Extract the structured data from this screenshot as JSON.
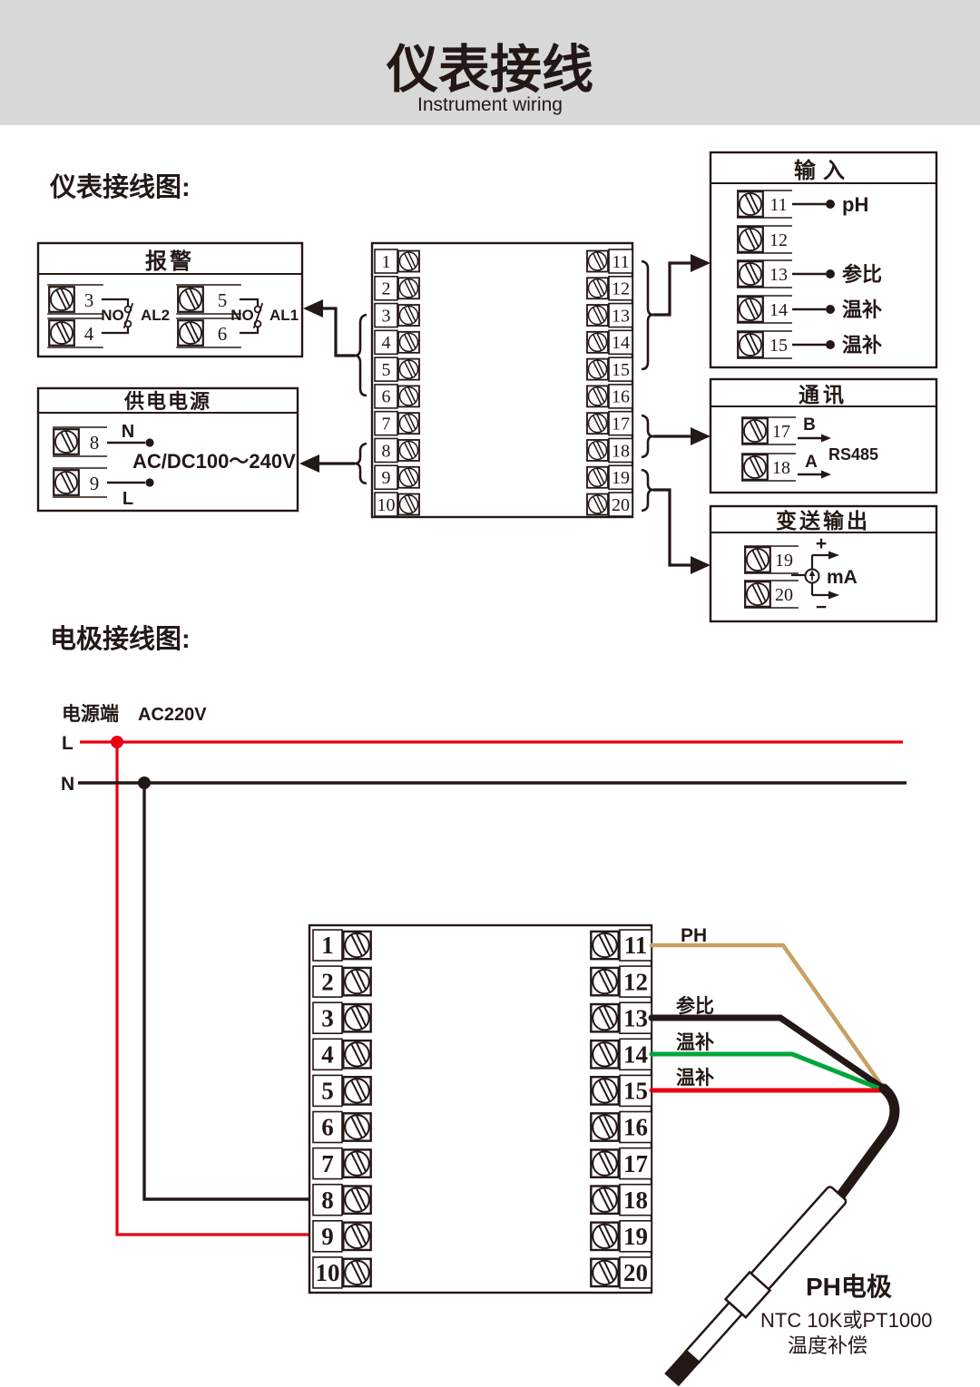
{
  "header": {
    "title": "仪表接线",
    "subtitle": "Instrument wiring"
  },
  "sections": {
    "instrument": "仪表接线图:",
    "electrode": "电极接线图:"
  },
  "alarm_box": {
    "title": "报警",
    "groups": [
      {
        "terminal_top": "3",
        "terminal_bottom": "4",
        "contact": "NO",
        "label": "AL2"
      },
      {
        "terminal_top": "5",
        "terminal_bottom": "6",
        "contact": "NO",
        "label": "AL1"
      }
    ]
  },
  "power_box": {
    "title": "供电电源",
    "terminal_top": "8",
    "terminal_bottom": "9",
    "neutral": "N",
    "live": "L",
    "voltage": "AC/DC100～240V"
  },
  "top_block": {
    "left": [
      "1",
      "2",
      "3",
      "4",
      "5",
      "6",
      "7",
      "8",
      "9",
      "10"
    ],
    "right": [
      "11",
      "12",
      "13",
      "14",
      "15",
      "16",
      "17",
      "18",
      "19",
      "20"
    ]
  },
  "input_box": {
    "title": "输入",
    "rows": [
      {
        "num": "11",
        "label": "pH"
      },
      {
        "num": "12",
        "label": ""
      },
      {
        "num": "13",
        "label": "参比"
      },
      {
        "num": "14",
        "label": "温补"
      },
      {
        "num": "15",
        "label": "温补"
      }
    ]
  },
  "comm_box": {
    "title": "通讯",
    "rows": [
      {
        "num": "17",
        "label": "B"
      },
      {
        "num": "18",
        "label": "A"
      }
    ],
    "protocol": "RS485"
  },
  "output_box": {
    "title": "变送输出",
    "terminal_top": "19",
    "terminal_bottom": "20",
    "plus": "+",
    "minus": "−",
    "unit": "mA"
  },
  "electrode_diagram": {
    "source_label": "电源端",
    "voltage": "AC220V",
    "live": "L",
    "neutral": "N",
    "block": {
      "left": [
        "1",
        "2",
        "3",
        "4",
        "5",
        "6",
        "7",
        "8",
        "9",
        "10"
      ],
      "right": [
        "11",
        "12",
        "13",
        "14",
        "15",
        "16",
        "17",
        "18",
        "19",
        "20"
      ]
    },
    "wires": [
      {
        "label": "PH",
        "color": "#C8A063"
      },
      {
        "label": "参比",
        "color": "#231815"
      },
      {
        "label": "温补",
        "color": "#00A53C"
      },
      {
        "label": "温补",
        "color": "#E60012"
      }
    ],
    "electrode": {
      "name": "PH电极",
      "note_line1": "NTC 10K或PT1000",
      "note_line2": "温度补偿"
    }
  },
  "colors": {
    "ink": "#231815",
    "live_red": "#E60012",
    "wire_green": "#00A53C",
    "wire_tan": "#C8A063",
    "header_bg": "#D8D8D8"
  }
}
